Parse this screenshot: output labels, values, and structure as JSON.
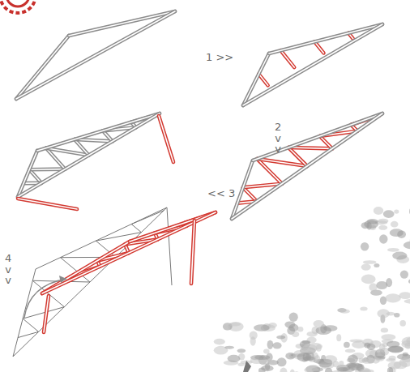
{
  "diagram": {
    "labels": [
      "1 >>",
      "2 v v",
      "<< 3",
      "4 v v"
    ]
  }
}
